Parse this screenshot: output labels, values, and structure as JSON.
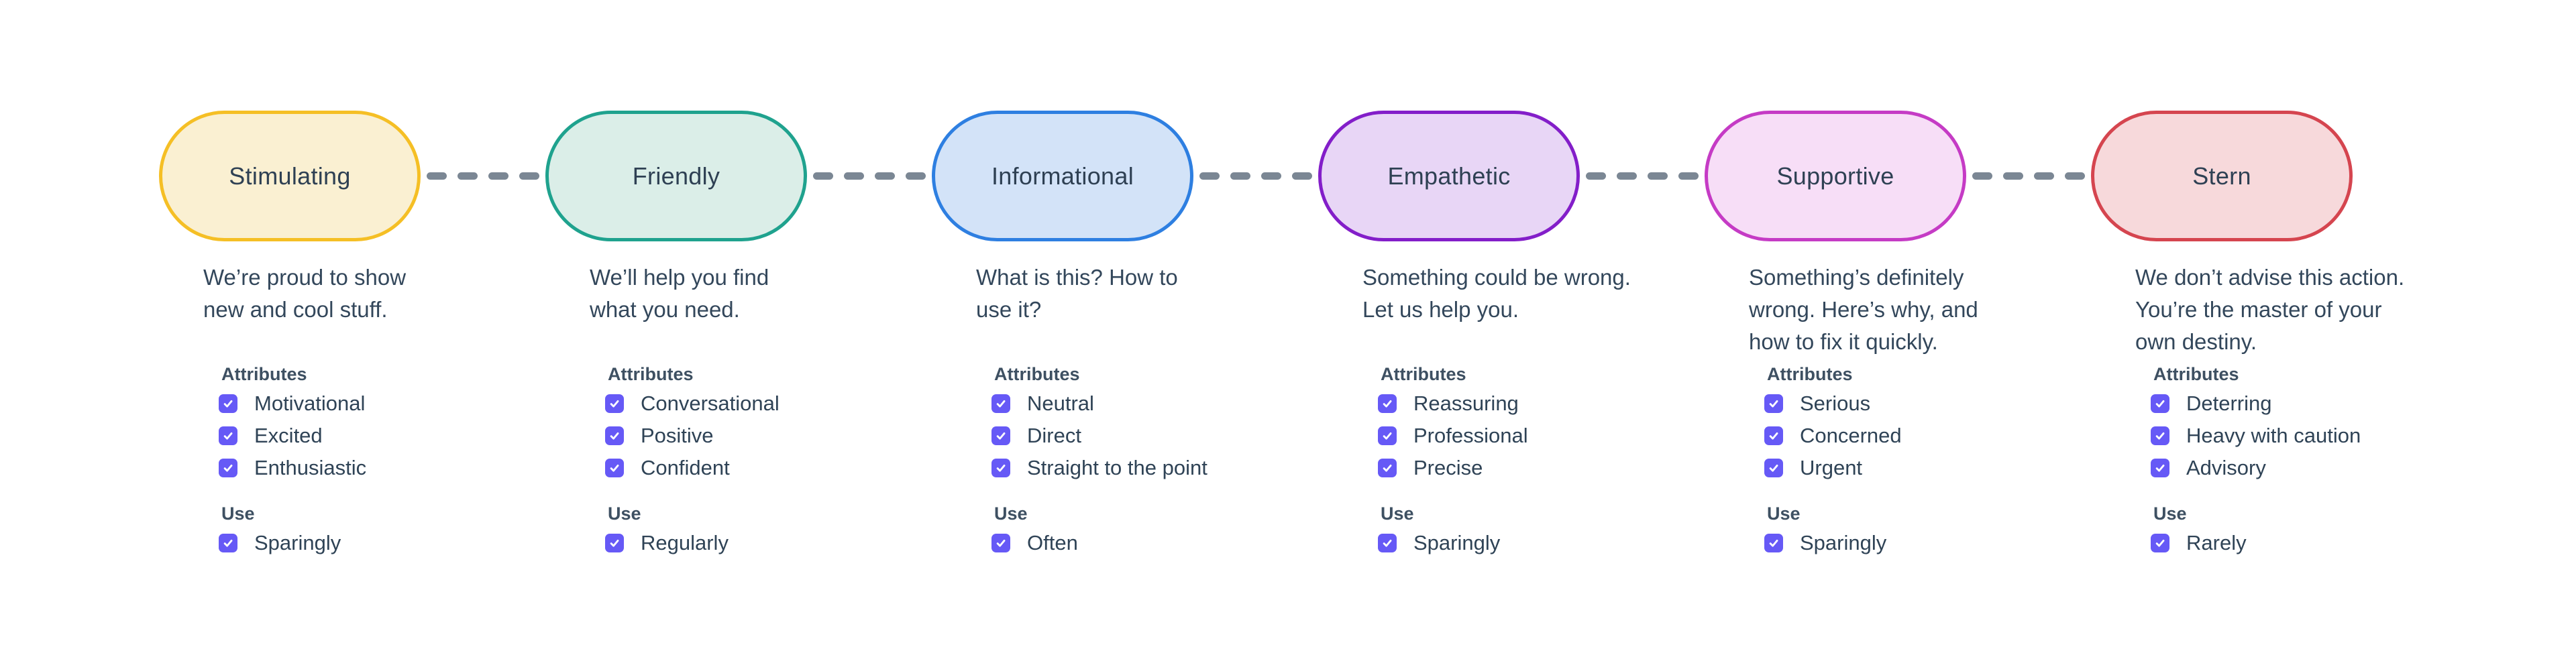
{
  "page": {
    "background": "#FFFFFF"
  },
  "labels": {
    "attributes_heading": "Attributes",
    "use_heading": "Use"
  },
  "connector": {
    "color": "#7B8794",
    "dash_count": 4,
    "style": "dashed"
  },
  "checkbox": {
    "color": "#6659F6",
    "check_color": "#FFFFFF",
    "checked": true
  },
  "columns": [
    {
      "title": "Stimulating",
      "pill_border": "#F5BF25",
      "pill_fill": "#FAF0D2",
      "description": "We’re proud to show\nnew and cool stuff.",
      "attributes": [
        "Motivational",
        "Excited",
        "Enthusiastic"
      ],
      "use": "Sparingly"
    },
    {
      "title": "Friendly",
      "pill_border": "#1FA28E",
      "pill_fill": "#DBEEE8",
      "description": "We’ll help you find\nwhat you need.",
      "attributes": [
        "Conversational",
        "Positive",
        "Confident"
      ],
      "use": "Regularly"
    },
    {
      "title": "Informational",
      "pill_border": "#2E7FE1",
      "pill_fill": "#D3E3F8",
      "description": "What is this? How to\nuse it?",
      "attributes": [
        "Neutral",
        "Direct",
        "Straight to the point"
      ],
      "use": "Often"
    },
    {
      "title": "Empathetic",
      "pill_border": "#831EC9",
      "pill_fill": "#E8D6F6",
      "description": "Something could be wrong.\nLet us help you.",
      "attributes": [
        "Reassuring",
        "Professional",
        "Precise"
      ],
      "use": "Sparingly"
    },
    {
      "title": "Supportive",
      "pill_border": "#C53BC5",
      "pill_fill": "#F7DEF7",
      "description": "Something’s definitely\nwrong. Here’s why, and\nhow to fix it quickly.",
      "attributes": [
        "Serious",
        "Concerned",
        "Urgent"
      ],
      "use": "Sparingly"
    },
    {
      "title": "Stern",
      "pill_border": "#D5454F",
      "pill_fill": "#F7D9DB",
      "description": "We don’t advise this action.\nYou’re the master of your\nown destiny.",
      "attributes": [
        "Deterring",
        "Heavy with caution",
        "Advisory"
      ],
      "use": "Rarely"
    }
  ]
}
